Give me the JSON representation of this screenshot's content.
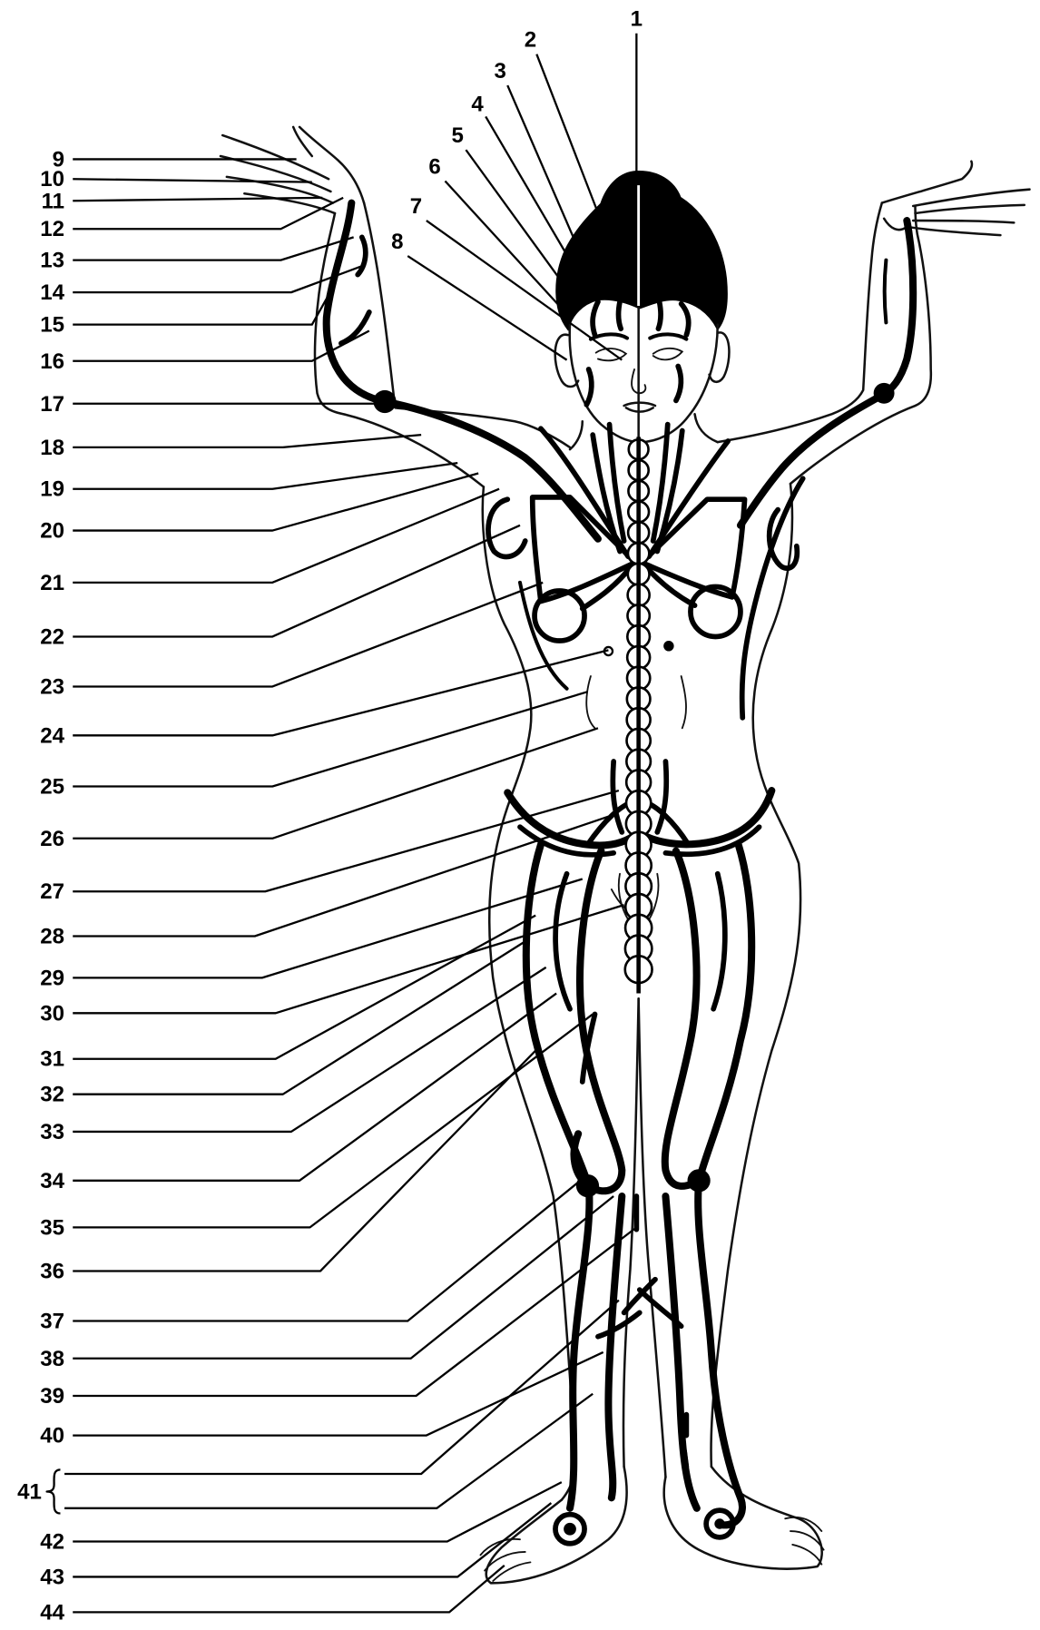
{
  "labels": [
    "1",
    "2",
    "3",
    "4",
    "5",
    "6",
    "7",
    "8",
    "9",
    "10",
    "11",
    "12",
    "13",
    "14",
    "15",
    "16",
    "17",
    "18",
    "19",
    "20",
    "21",
    "22",
    "23",
    "24",
    "25",
    "26",
    "27",
    "28",
    "29",
    "30",
    "31",
    "32",
    "33",
    "34",
    "35",
    "36",
    "37",
    "38",
    "39",
    "40",
    "41",
    "42",
    "43",
    "44"
  ]
}
